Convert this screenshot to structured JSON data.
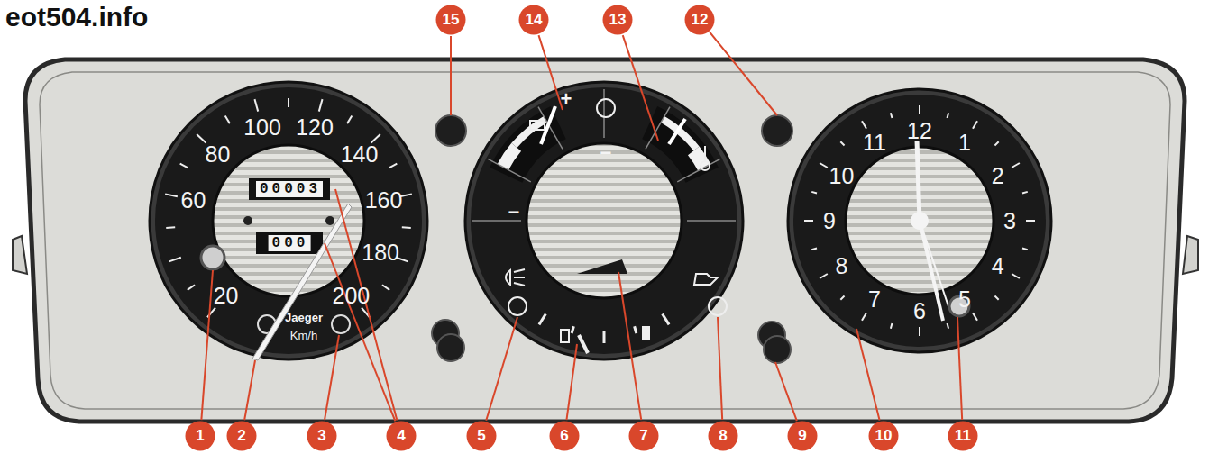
{
  "diagram": {
    "nodes": [
      {
        "text": [
          "15"
        ]
      },
      {
        "text": [
          "14"
        ]
      },
      {
        "text": [
          "13"
        ]
      },
      {
        "text": [
          "12"
        ]
      },
      {
        "text": [
          "1"
        ]
      },
      {
        "text": [
          "2"
        ]
      },
      {
        "text": [
          "3"
        ]
      },
      {
        "text": [
          "4"
        ]
      },
      {
        "text": [
          "5"
        ]
      },
      {
        "text": [
          "6"
        ]
      },
      {
        "text": [
          "7"
        ]
      },
      {
        "text": [
          "8"
        ]
      },
      {
        "text": [
          "9"
        ]
      },
      {
        "text": [
          "10"
        ]
      },
      {
        "text": [
          "11"
        ]
      }
    ],
    "labels": [
      "eot504.info",
      "20",
      "60",
      "80",
      "100",
      "120",
      "140",
      "160",
      "180",
      "200",
      "Jaeger",
      "Km/h",
      "00003",
      "000",
      "12",
      "1",
      "2",
      "3",
      "4",
      "5",
      "6",
      "7",
      "8",
      "9",
      "10",
      "11",
      "+",
      "−",
      "−"
    ]
  }
}
